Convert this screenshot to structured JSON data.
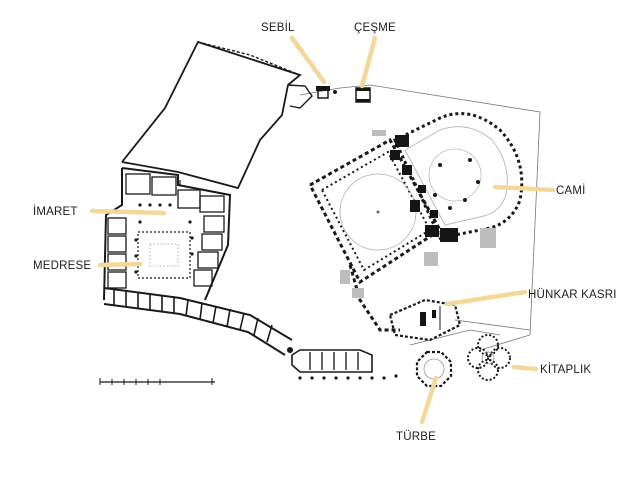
{
  "labels": {
    "sebil": "SEBİL",
    "cesme": "ÇEŞME",
    "imaret": "İMARET",
    "medrese": "MEDRESE",
    "cami": "CAMİ",
    "hunkar_kasri": "HÜNKAR KASRI",
    "kitaplik": "KİTAPLIK",
    "turbe": "TÜRBE"
  },
  "colors": {
    "pointer": "#f4d89a",
    "ink": "#1a1a1a",
    "shade": "#bdbdbd",
    "background": "#ffffff"
  }
}
